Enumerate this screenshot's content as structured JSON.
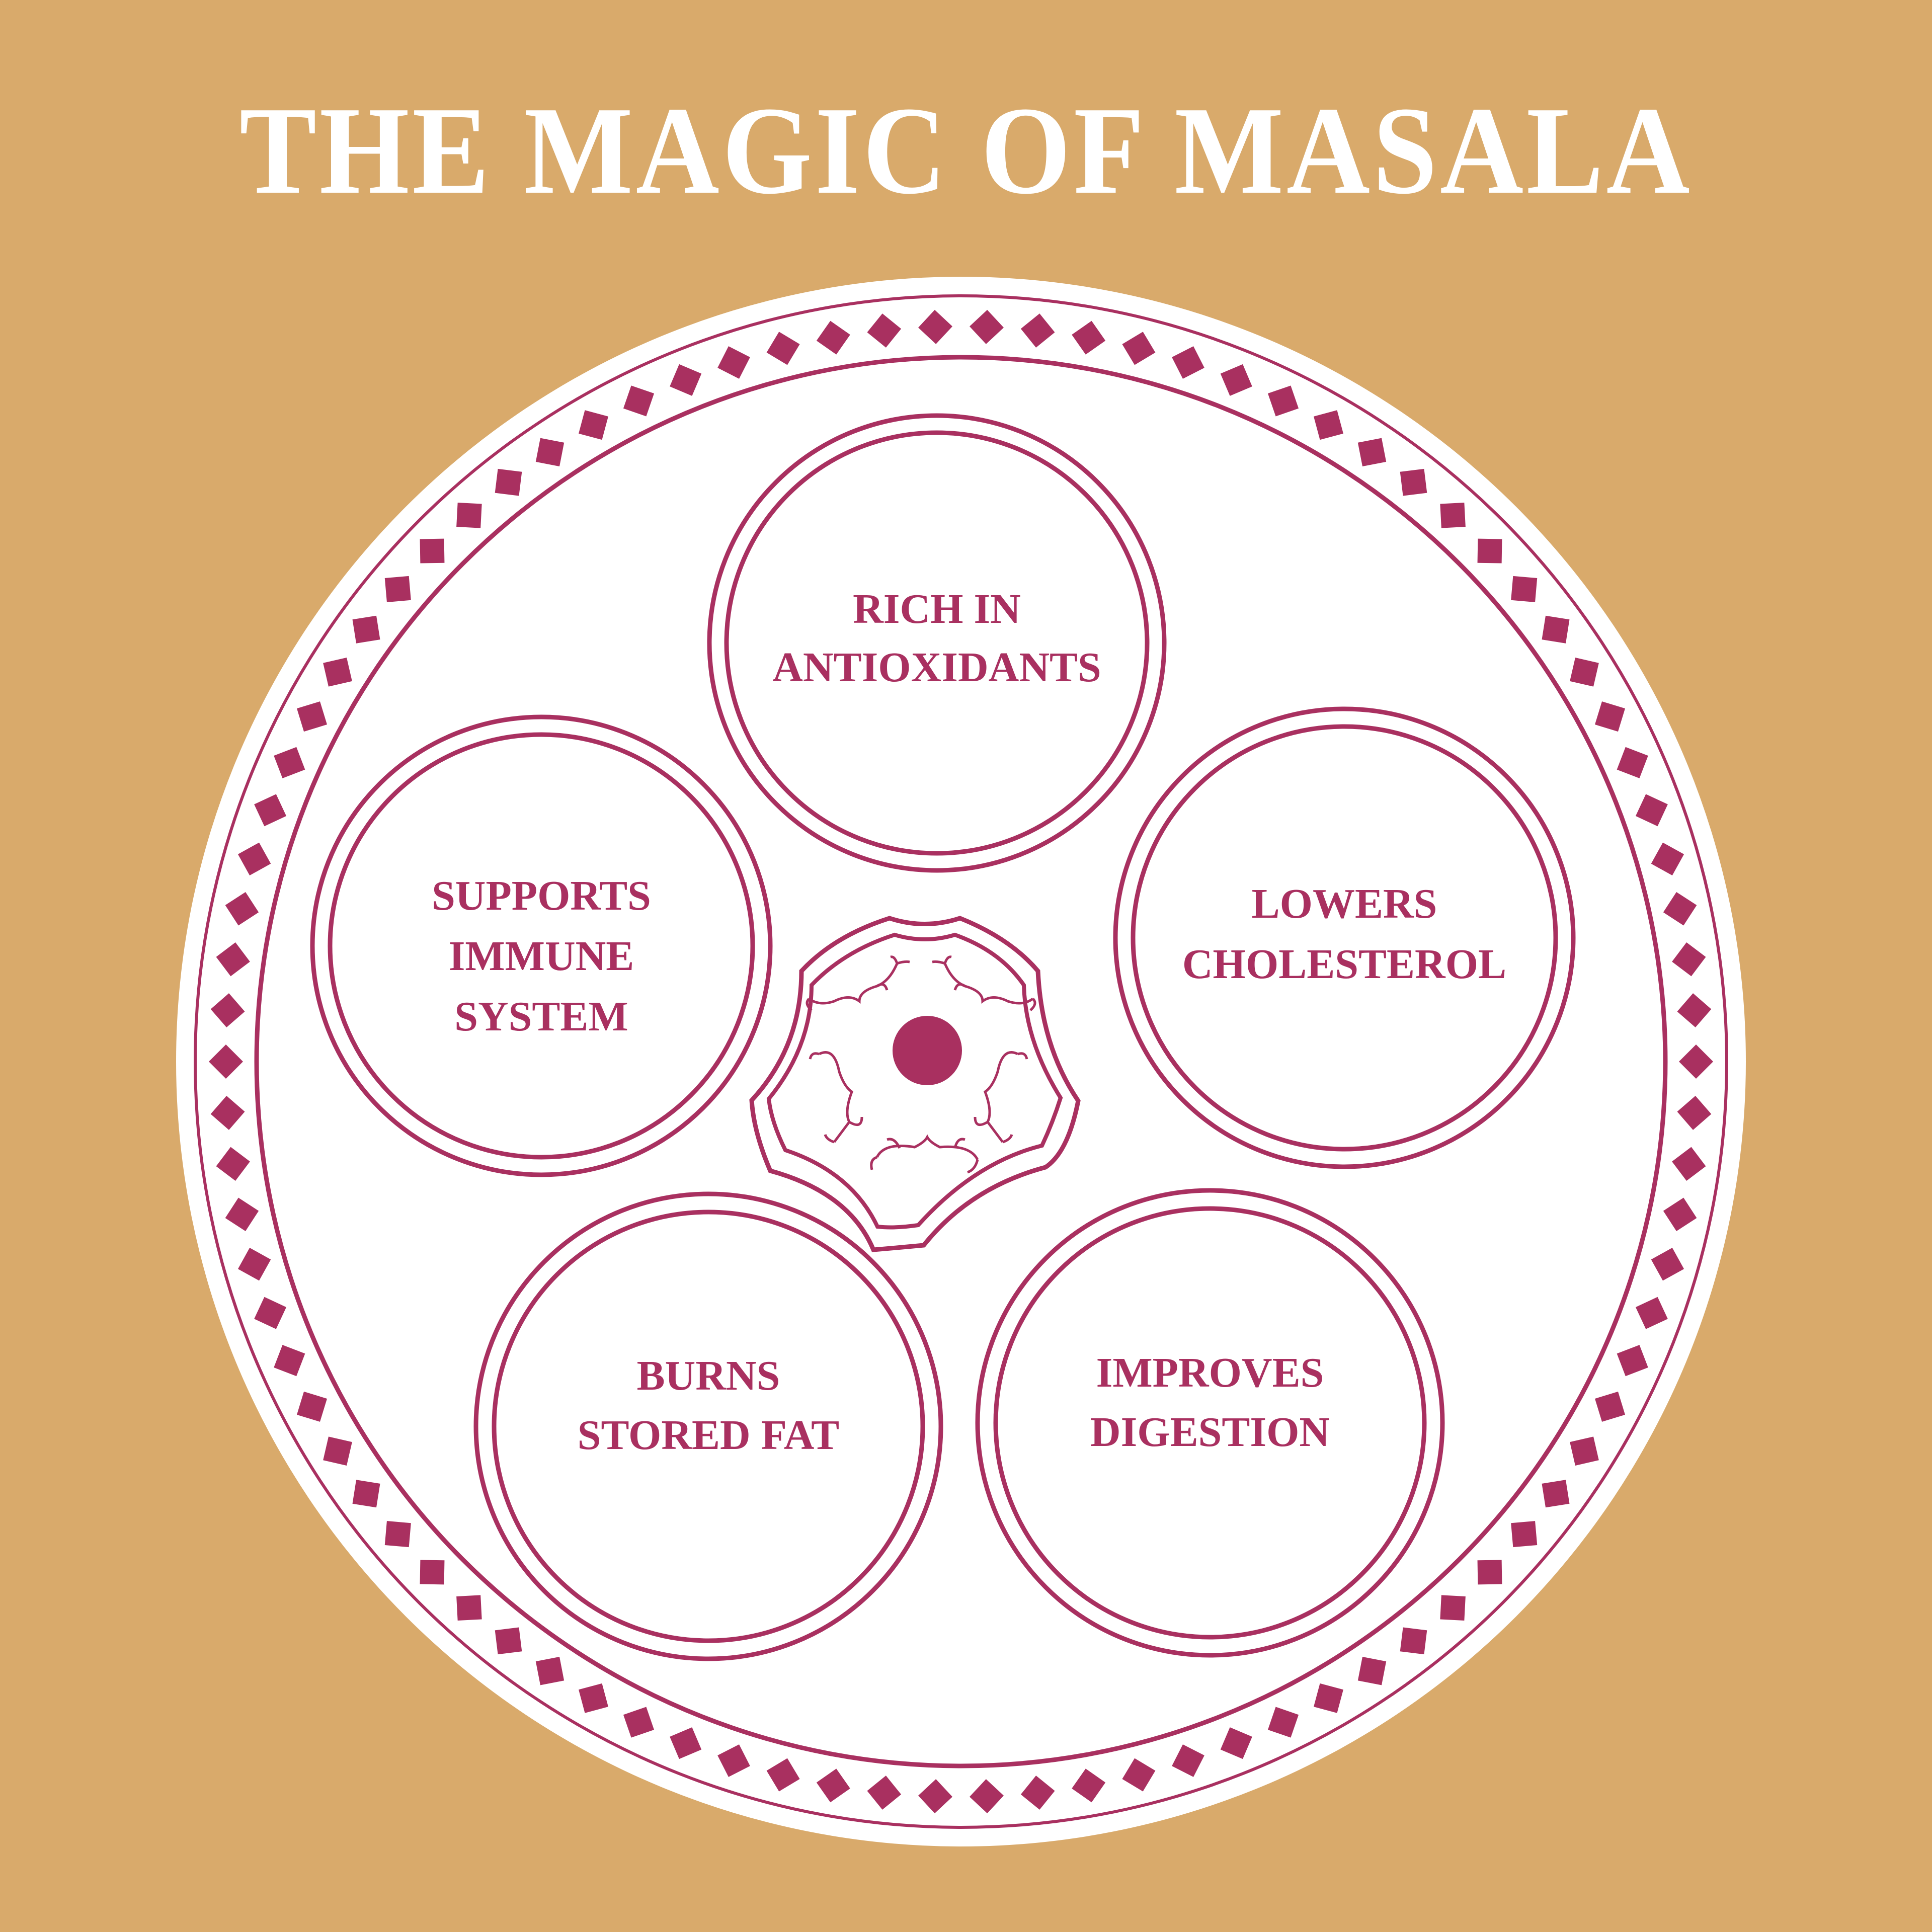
{
  "title": "THE MAGIC OF MASALA",
  "colors": {
    "background": "#D9AA6B",
    "plate": "#FFFFFF",
    "accent": "#A93060",
    "title_text": "#FFFFFF"
  },
  "benefits": [
    {
      "position": "top",
      "lines": [
        "RICH IN",
        "ANTIOXIDANTS"
      ]
    },
    {
      "position": "left",
      "lines": [
        "SUPPORTS",
        "IMMUNE",
        "SYSTEM"
      ]
    },
    {
      "position": "right",
      "lines": [
        "LOWERS",
        "CHOLESTEROL"
      ]
    },
    {
      "position": "bottom-left",
      "lines": [
        "BURNS",
        "STORED FAT"
      ]
    },
    {
      "position": "bottom-right",
      "lines": [
        "IMPROVES",
        "DIGESTION"
      ]
    }
  ],
  "decor": {
    "border_pattern": "diamond-icon",
    "center_ornament": "floral-medallion-icon"
  }
}
